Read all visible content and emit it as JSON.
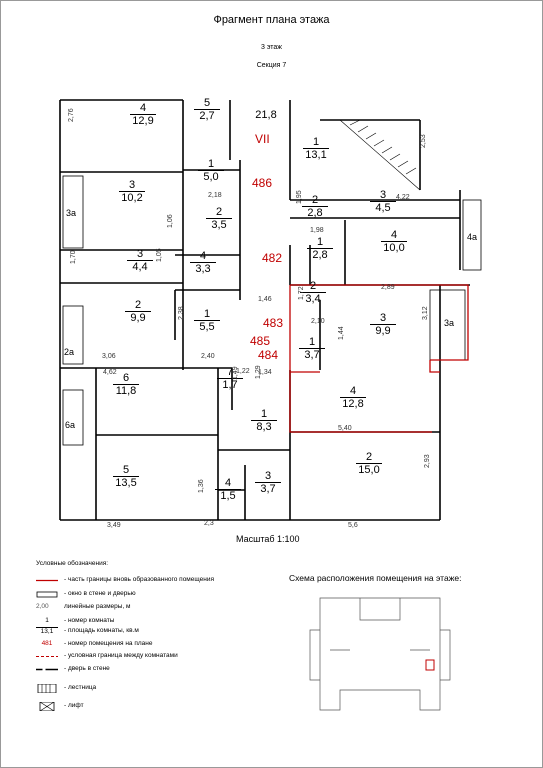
{
  "header": {
    "title": "Фрагмент плана этажа",
    "floor": "3 этаж",
    "section": "Секция 7"
  },
  "rooms": [
    {
      "num": "4",
      "area": "12,9"
    },
    {
      "num": "5",
      "area": "2,7"
    },
    {
      "num": "",
      "area": "21,8"
    },
    {
      "num": "1",
      "area": "13,1"
    },
    {
      "num": "3",
      "area": "10,2"
    },
    {
      "num": "1",
      "area": "5,0"
    },
    {
      "num": "2",
      "area": "3,5"
    },
    {
      "num": "2",
      "area": "2,8"
    },
    {
      "num": "3",
      "area": "4,5"
    },
    {
      "num": "3",
      "area": "4,4"
    },
    {
      "num": "4",
      "area": "3,3"
    },
    {
      "num": "1",
      "area": "2,8"
    },
    {
      "num": "4",
      "area": "10,0"
    },
    {
      "num": "2",
      "area": "9,9"
    },
    {
      "num": "1",
      "area": "5,5"
    },
    {
      "num": "2",
      "area": "3,4"
    },
    {
      "num": "3",
      "area": "9,9"
    },
    {
      "num": "1",
      "area": "3,7"
    },
    {
      "num": "6",
      "area": "11,8"
    },
    {
      "num": "7",
      "area": "1,7"
    },
    {
      "num": "1",
      "area": "8,3"
    },
    {
      "num": "4",
      "area": "12,8"
    },
    {
      "num": "5",
      "area": "13,5"
    },
    {
      "num": "4",
      "area": "1,5"
    },
    {
      "num": "3",
      "area": "3,7"
    },
    {
      "num": "2",
      "area": "15,0"
    }
  ],
  "room_codes": [
    "VII",
    "486",
    "482",
    "483",
    "485",
    "484"
  ],
  "annex_labels": [
    "3а",
    "4а",
    "3а",
    "2а",
    "6а"
  ],
  "dimensions": [
    "2,76",
    "2,53",
    "2,18",
    "1,06",
    "4,22",
    "1,95",
    "1,98",
    "1,46",
    "2,89",
    "1,72",
    "2,10",
    "3,12",
    "2,38",
    "2,40",
    "3,06",
    "1,34",
    "1,44",
    "4,62",
    "1,22",
    "1,49",
    "1,29",
    "5,40",
    "2,93",
    "1,36",
    "3,49",
    "2,3",
    "5,6",
    "1,05",
    "1,70"
  ],
  "scale": "Масштаб 1:100",
  "legend": {
    "title": "Условные обозначения:",
    "items": [
      "- часть границы вновь образованного помещения",
      "- окно в стене и дверью",
      "линейные размеры, м",
      "- номер комнаты",
      "- площадь комнаты, кв.м",
      "- номер помещения на плане",
      "- условная граница между комнатами",
      "- дверь в стене",
      "- лестница",
      "- лифт"
    ],
    "symbols": [
      "2,00",
      "1",
      "13,1",
      "481"
    ]
  },
  "scheme": {
    "title": "Схема расположения помещения на этаже:"
  },
  "colors": {
    "accent": "#c00000",
    "line": "#000000",
    "muted": "#888888"
  }
}
